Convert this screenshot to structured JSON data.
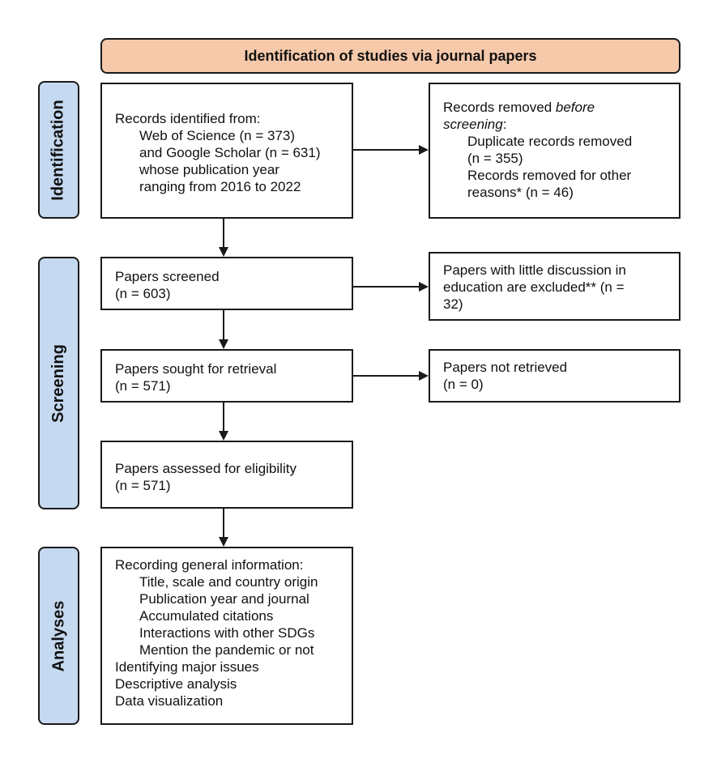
{
  "header": {
    "title": "Identification of studies via journal papers"
  },
  "phases": {
    "identification": "Identification",
    "screening": "Screening",
    "analyses": "Analyses"
  },
  "boxes": {
    "records_identified": {
      "lines": [
        "Records identified from:",
        "Web of Science (n = 373)",
        "and Google Scholar (n = 631)",
        "whose publication year",
        "ranging from 2016 to 2022"
      ]
    },
    "records_removed": {
      "line1": "Records removed ",
      "line1_em": "before",
      "line2_em": "screening",
      "line2_tail": ":",
      "items": [
        "Duplicate records removed",
        "(n = 355)",
        "Records removed for other",
        "reasons* (n = 46)"
      ]
    },
    "papers_screened": {
      "lines": [
        "Papers screened",
        "(n = 603)"
      ]
    },
    "papers_excluded": {
      "lines": [
        "Papers with little discussion in",
        "education are excluded** (n =",
        "32)"
      ]
    },
    "papers_sought": {
      "lines": [
        "Papers sought for retrieval",
        "(n = 571)"
      ]
    },
    "papers_not_retrieved": {
      "lines": [
        "Papers not retrieved",
        "(n = 0)"
      ]
    },
    "papers_assessed": {
      "lines": [
        "Papers assessed for eligibility",
        "(n = 571)"
      ]
    },
    "analyses": {
      "heading": "Recording general information:",
      "sub_items": [
        "Title, scale and country origin",
        "Publication year and journal",
        "Accumulated citations",
        "Interactions with other SDGs",
        "Mention the pandemic or not"
      ],
      "items": [
        "Identifying major issues",
        "Descriptive analysis",
        "Data visualization"
      ]
    }
  },
  "colors": {
    "header_fill": "#f6c9aa",
    "phase_fill": "#c5d9f0",
    "stroke": "#1a1a1a"
  }
}
